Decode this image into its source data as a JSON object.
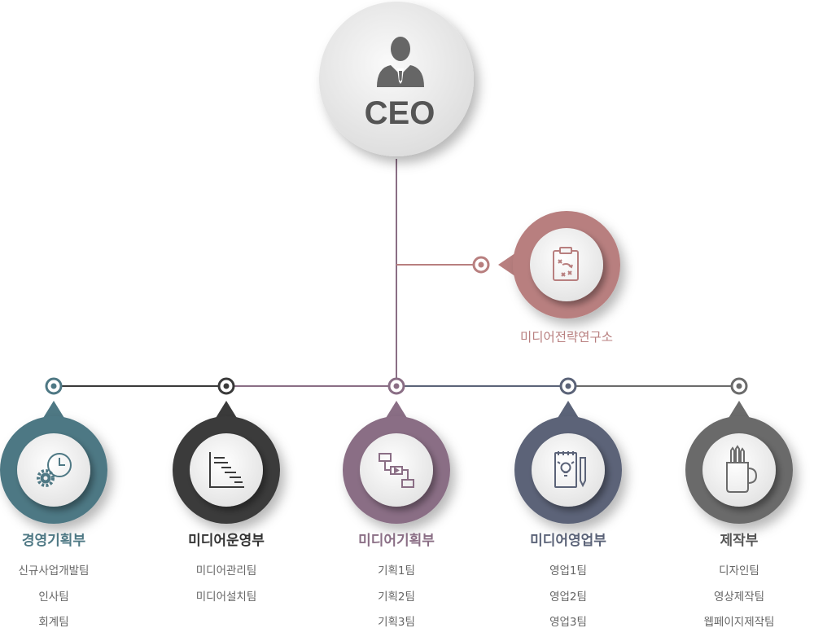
{
  "ceo": {
    "label": "CEO",
    "icon": "businessman-icon"
  },
  "lab": {
    "name": "미디어전략연구소",
    "color": "#b87f7f",
    "icon": "strategy-clipboard-icon"
  },
  "departments": [
    {
      "name": "경영기획부",
      "color": "#4e7884",
      "icon": "clock-gear-icon",
      "teams": [
        "신규사업개발팀",
        "인사팀",
        "회계팀"
      ]
    },
    {
      "name": "미디어운영부",
      "color": "#3a3a3a",
      "icon": "gantt-chart-icon",
      "teams": [
        "미디어관리팀",
        "미디어설치팀"
      ]
    },
    {
      "name": "미디어기획부",
      "color": "#8a6e85",
      "icon": "flowchart-icon",
      "teams": [
        "기획1팀",
        "기획2팀",
        "기획3팀"
      ]
    },
    {
      "name": "미디어영업부",
      "color": "#5b6378",
      "icon": "idea-notepad-icon",
      "teams": [
        "영업1팀",
        "영업2팀",
        "영업3팀"
      ]
    },
    {
      "name": "제작부",
      "color": "#6b6b6b",
      "icon": "pencil-cup-icon",
      "teams": [
        "디자인팀",
        "영상제작팀",
        "웹페이지제작팀"
      ]
    }
  ],
  "colors": {
    "trunk": "#8a6e85",
    "ceo_text": "#555555",
    "icon": "#666666"
  }
}
